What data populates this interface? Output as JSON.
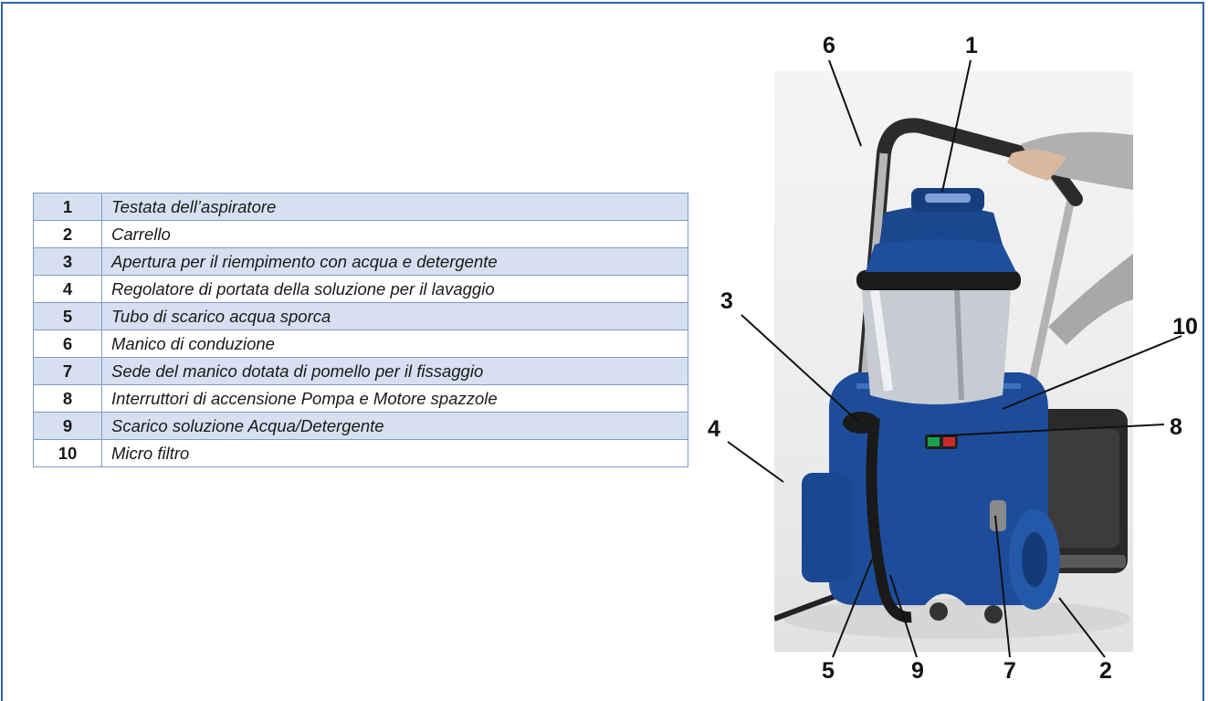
{
  "legend": [
    {
      "num": "1",
      "text": "Testata dell’aspiratore"
    },
    {
      "num": "2",
      "text": "Carrello"
    },
    {
      "num": "3",
      "text": "Apertura per il riempimento con acqua e detergente"
    },
    {
      "num": "4",
      "text": "Regolatore di portata della soluzione per il lavaggio"
    },
    {
      "num": "5",
      "text": "Tubo di scarico acqua sporca"
    },
    {
      "num": "6",
      "text": "Manico di conduzione"
    },
    {
      "num": "7",
      "text": "Sede del manico dotata di pomello per il fissaggio"
    },
    {
      "num": "8",
      "text": "Interruttori di accensione Pompa e Motore spazzole"
    },
    {
      "num": "9",
      "text": "Scarico soluzione Acqua/Detergente"
    },
    {
      "num": "10",
      "text": "Micro filtro"
    }
  ],
  "callouts": {
    "c6": "6",
    "c1": "1",
    "c3": "3",
    "c10": "10",
    "c4": "4",
    "c8": "8",
    "c5": "5",
    "c9": "9",
    "c7": "7",
    "c2": "2"
  },
  "colors": {
    "frame": "#2e63a8",
    "row_shade": "#d6e0f0",
    "machine_blue": "#1d4d9a"
  }
}
